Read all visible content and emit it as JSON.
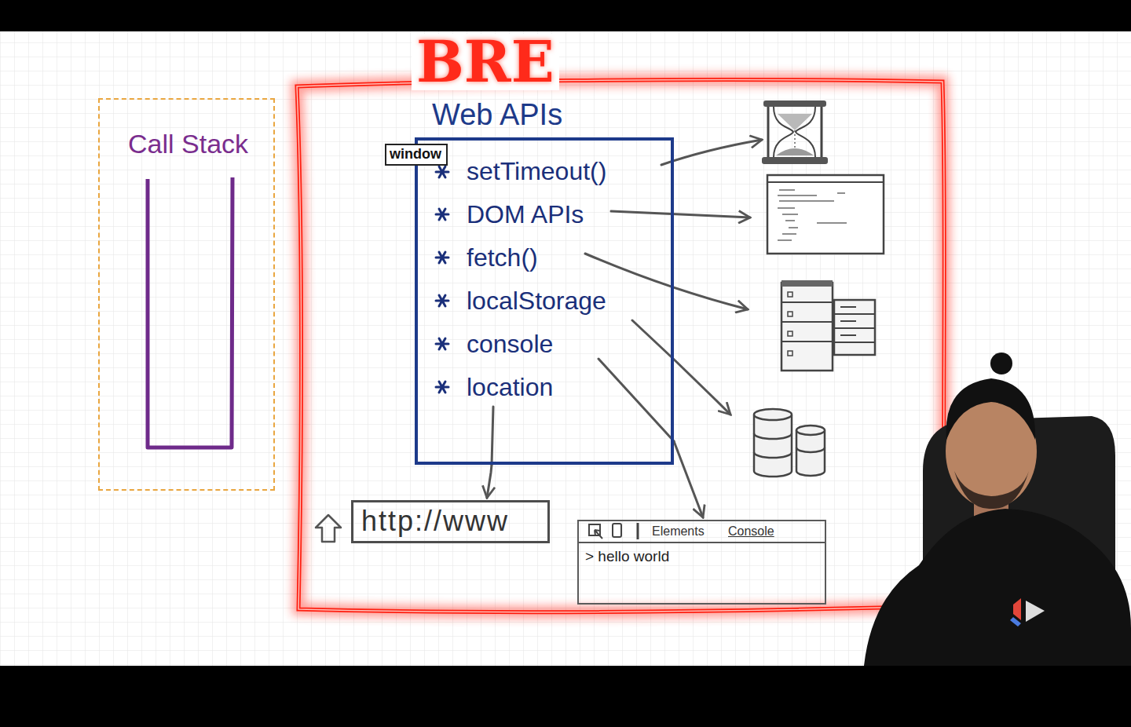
{
  "diagram": {
    "nodes": [
      {
        "text": [
          "BRE"
        ]
      },
      {
        "text": [
          "Call Stack"
        ]
      },
      {
        "text": [
          "Web APIs",
          "setTimeout()",
          "DOM APIs",
          "fetch()",
          "localStorage",
          "console",
          "location"
        ],
        "in": 0
      },
      {
        "text": [
          "window"
        ],
        "in": 2
      },
      {
        "text": [
          "http://www"
        ],
        "in": 0
      },
      {
        "text": [
          "Elements",
          "Console",
          "> hello world"
        ],
        "in": 0
      }
    ],
    "edges": [
      {
        "from": 2,
        "to": 4,
        "arrow": "to"
      },
      {
        "from": 2,
        "to": 5,
        "arrow": "to"
      }
    ]
  }
}
